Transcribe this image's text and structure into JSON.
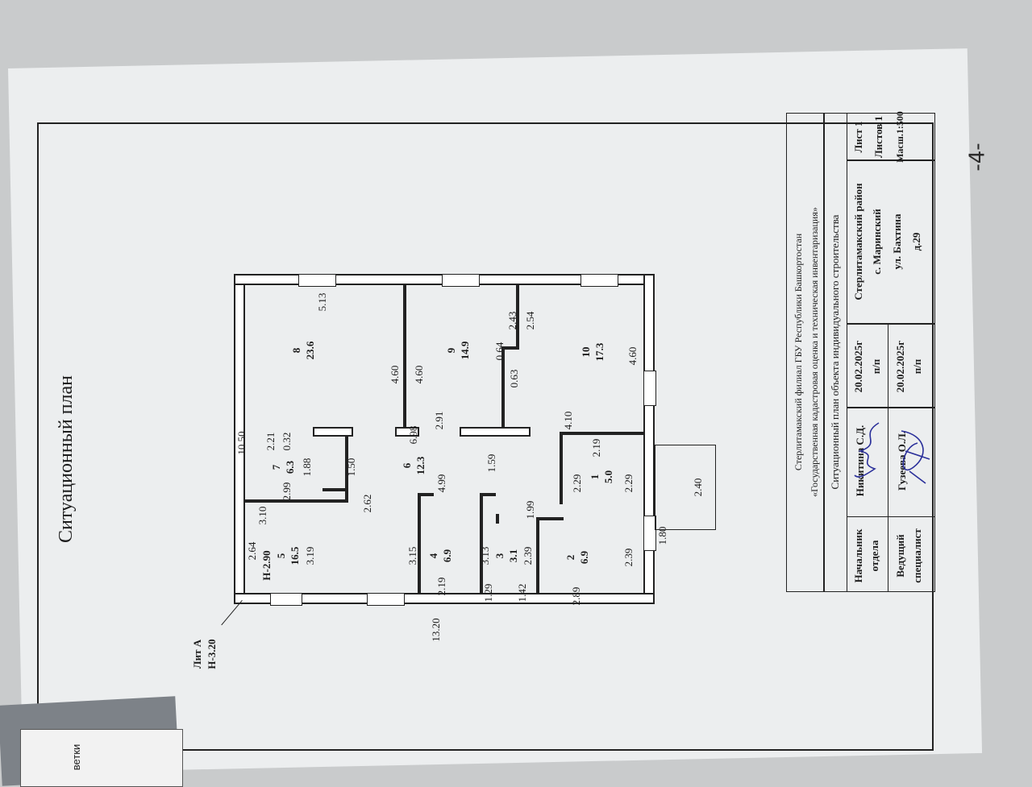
{
  "page_number": "-4-",
  "title": "Ситуационный план",
  "lit": {
    "label": "Лит А",
    "height": "Н-3.20"
  },
  "rooms": [
    {
      "no": "8",
      "area": "23.6"
    },
    {
      "no": "9",
      "area": "14.9"
    },
    {
      "no": "10",
      "area": "17.3"
    },
    {
      "no": "7",
      "area": "6.3"
    },
    {
      "no": "6",
      "area": "12.3"
    },
    {
      "no": "1",
      "area": "5.0"
    },
    {
      "no": "5",
      "area": "16.5"
    },
    {
      "no": "4",
      "area": "6.9"
    },
    {
      "no": "3",
      "area": "3.1"
    },
    {
      "no": "2",
      "area": "6.9"
    }
  ],
  "dims": [
    "5.13",
    "4.60",
    "4.60",
    "2.43",
    "2.54",
    "0.64",
    "0.63",
    "4.60",
    "4.10",
    "2.91",
    "2.21",
    "0.32",
    "1.88",
    "1.50",
    "6.98",
    "1.59",
    "2.19",
    "2.29",
    "2.29",
    "2.99",
    "4.99",
    "2.62",
    "3.10",
    "1.99",
    "2.64",
    "Н-2.90",
    "3.19",
    "3.15",
    "3.13",
    "2.39",
    "2.39",
    "2.19",
    "1.29",
    "1.42",
    "2.89",
    "10.50",
    "13.20",
    "2.40",
    "1.80"
  ],
  "stamp": {
    "org1": "Стерлитамакский филиал ГБУ  Республики Башкортостан",
    "org2": "«Государственная кадастровая оценка и техническая инвентаризация»",
    "doc": "Ситуационный план объекта индивидуального строительства",
    "rows": [
      {
        "role1": "Начальник",
        "role2": "отдела",
        "name": "Никитина С.Д.",
        "date": "20.02.2025г",
        "pp": "п/п"
      },
      {
        "role1": "Ведущий",
        "role2": "специалист",
        "name": "Гузеева О.Л.",
        "date": "20.02.2025г",
        "pp": "п/п"
      }
    ],
    "address": [
      "Стерлитамакский район",
      "с. Маринский",
      "ул. Бахтина",
      "д.29"
    ],
    "sheet": "Лист 1",
    "sheets": "Листов 1",
    "scale": "Масш.1:500"
  },
  "folder_text": "ветки"
}
